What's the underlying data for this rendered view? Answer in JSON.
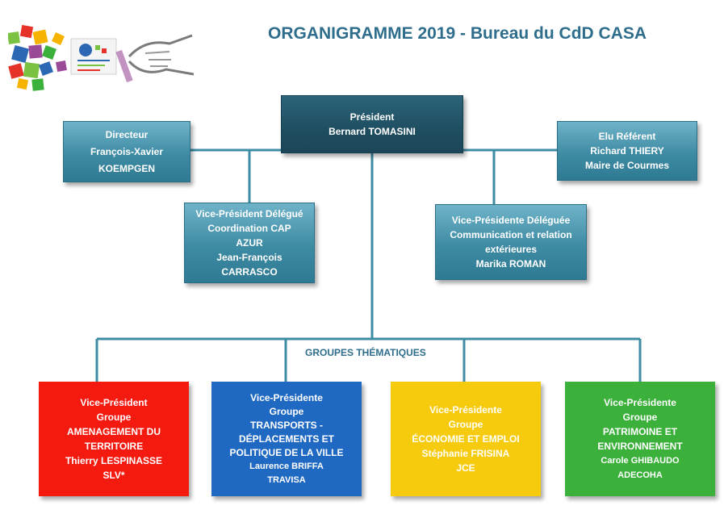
{
  "header": {
    "title": "ORGANIGRAMME 2019 - Bureau du CdD CASA"
  },
  "colors": {
    "title": "#2E6E8C",
    "connector": "#3E8BA4",
    "president": "#1F4E61",
    "teal_box": "#3E8BA4",
    "red_group": "#F41A10",
    "blue_group": "#1F69C3",
    "yellow_group": "#F7CB0D",
    "green_group": "#3BB13B"
  },
  "logo": {
    "icon": "handshake-logo"
  },
  "president": {
    "line1": "Président",
    "line2": "Bernard TOMASINI"
  },
  "directeur": {
    "line1": "Directeur",
    "line2": "François-Xavier",
    "line3": "KOEMPGEN"
  },
  "elu": {
    "line1": "Elu Référent",
    "line2": "Richard THIERY",
    "line3": "Maire de Courmes"
  },
  "vp_left": {
    "line1": "Vice-Président Délégué",
    "line2": "Coordination CAP",
    "line3": "AZUR",
    "line4": "Jean-François",
    "line5": "CARRASCO"
  },
  "vp_right": {
    "line1": "Vice-Présidente Déléguée",
    "line2": "Communication et relation",
    "line3": "extérieures",
    "line4": "Marika ROMAN"
  },
  "groupes_label": "GROUPES THÉMATIQUES",
  "groups": [
    {
      "line1": "Vice-Président",
      "line2": "Groupe",
      "line3": "AMENAGEMENT DU",
      "line4": "TERRITOIRE",
      "line5": "Thierry LESPINASSE",
      "line6": "SLV*"
    },
    {
      "line1": "Vice-Présidente",
      "line2": "Groupe",
      "line3": "TRANSPORTS -",
      "line4": "DÉPLACEMENTS ET",
      "line5": "POLITIQUE DE LA VILLE",
      "line6": "Laurence BRIFFA",
      "line7": "TRAVISA"
    },
    {
      "line1": "Vice-Présidente",
      "line2": "Groupe",
      "line3": "ÉCONOMIE ET EMPLOI",
      "line4": "Stéphanie FRISINA",
      "line5": "JCE"
    },
    {
      "line1": "Vice-Présidente",
      "line2": "Groupe",
      "line3": "PATRIMOINE ET",
      "line4": "ENVIRONNEMENT",
      "line5": "Carole GHIBAUDO",
      "line6": "ADECOHA"
    }
  ]
}
